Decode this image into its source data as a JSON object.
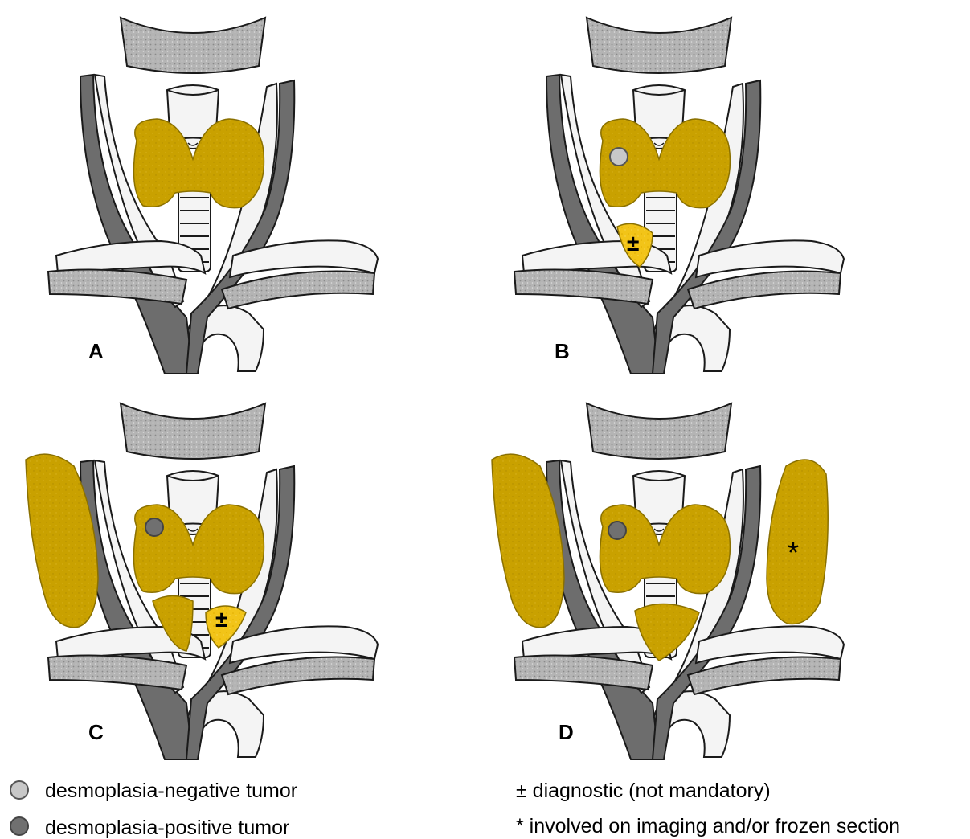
{
  "colors": {
    "gland": "#c9a100",
    "gland_light": "#f2c418",
    "vessel": "#6d6d6d",
    "vessel_light": "#f4f4f4",
    "bone": "#b8b8b8",
    "outline": "#1a1a1a",
    "tumor_negative": "#c8c8c8",
    "tumor_positive": "#707070"
  },
  "panels": [
    {
      "letter": "A",
      "marks": []
    },
    {
      "letter": "B",
      "marks": [
        "±"
      ]
    },
    {
      "letter": "C",
      "marks": [
        "±"
      ]
    },
    {
      "letter": "D",
      "marks": [
        "*"
      ]
    }
  ],
  "legend": {
    "negative_label": "desmoplasia-negative tumor",
    "positive_label": "desmoplasia-positive tumor",
    "pm_note": "± diagnostic (not mandatory)",
    "star_note": "* involved on imaging and/or frozen section"
  }
}
